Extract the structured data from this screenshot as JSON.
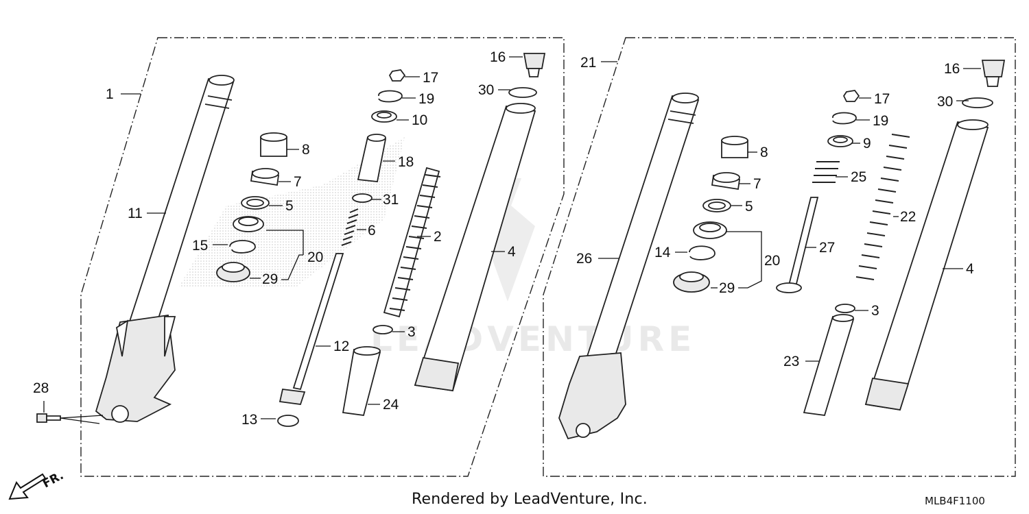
{
  "diagram": {
    "credit": "Rendered by LeadVenture, Inc.",
    "diagram_code": "MLB4F1100",
    "front_indicator": "FR.",
    "watermark": "LEADVENTURE",
    "left_assembly": {
      "assembly_callout": "1",
      "callouts": [
        "2",
        "3",
        "4",
        "5",
        "6",
        "7",
        "8",
        "10",
        "11",
        "12",
        "13",
        "15",
        "16",
        "17",
        "18",
        "19",
        "20",
        "24",
        "28",
        "29",
        "30",
        "31"
      ]
    },
    "right_assembly": {
      "assembly_callout": "21",
      "callouts": [
        "3",
        "4",
        "5",
        "7",
        "8",
        "9",
        "14",
        "16",
        "17",
        "19",
        "20",
        "22",
        "23",
        "25",
        "26",
        "27",
        "29",
        "30"
      ]
    }
  }
}
